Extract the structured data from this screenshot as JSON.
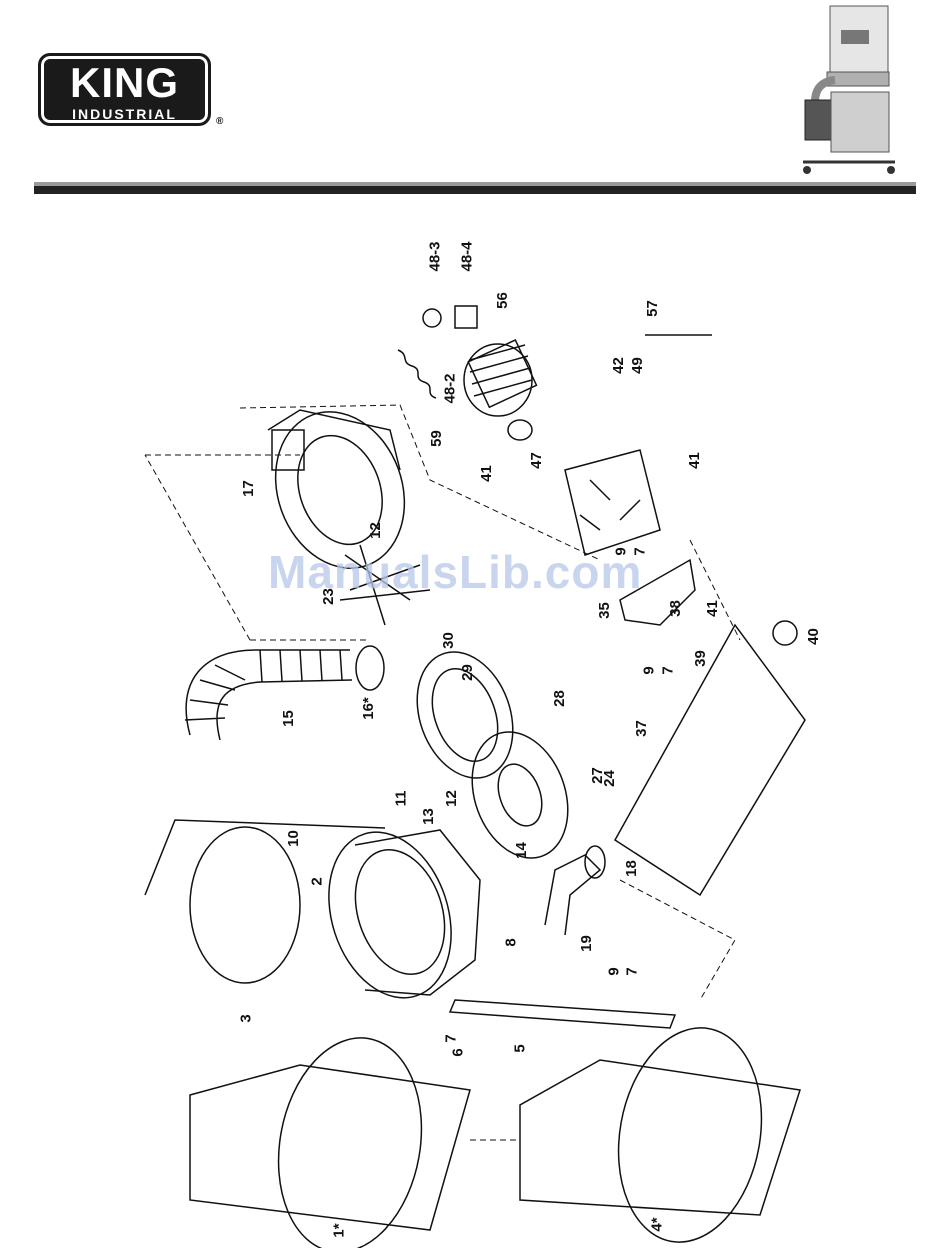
{
  "logo": {
    "brand": "KING",
    "subtitle": "INDUSTRIAL",
    "registered": "®"
  },
  "watermark": "ManualsLib.com",
  "parts": [
    {
      "id": "p48-3",
      "text": "48-3"
    },
    {
      "id": "p48-4",
      "text": "48-4"
    },
    {
      "id": "p56",
      "text": "56"
    },
    {
      "id": "p57",
      "text": "57"
    },
    {
      "id": "p42",
      "text": "42"
    },
    {
      "id": "p49",
      "text": "49"
    },
    {
      "id": "p48-2",
      "text": "48-2"
    },
    {
      "id": "p59",
      "text": "59"
    },
    {
      "id": "p41a",
      "text": "41"
    },
    {
      "id": "p47",
      "text": "47"
    },
    {
      "id": "p41b",
      "text": "41"
    },
    {
      "id": "p17",
      "text": "17"
    },
    {
      "id": "p12a",
      "text": "12"
    },
    {
      "id": "p9a",
      "text": "9"
    },
    {
      "id": "p7a",
      "text": "7"
    },
    {
      "id": "p35",
      "text": "35"
    },
    {
      "id": "p38",
      "text": "38"
    },
    {
      "id": "p41c",
      "text": "41"
    },
    {
      "id": "p40",
      "text": "40"
    },
    {
      "id": "p30",
      "text": "30"
    },
    {
      "id": "p9b",
      "text": "9"
    },
    {
      "id": "p7b",
      "text": "7"
    },
    {
      "id": "p39",
      "text": "39"
    },
    {
      "id": "p29",
      "text": "29"
    },
    {
      "id": "p16",
      "text": "16*"
    },
    {
      "id": "p15",
      "text": "15"
    },
    {
      "id": "p28",
      "text": "28"
    },
    {
      "id": "p37",
      "text": "37"
    },
    {
      "id": "p27",
      "text": "27"
    },
    {
      "id": "p24",
      "text": "24"
    },
    {
      "id": "p11",
      "text": "11"
    },
    {
      "id": "p12b",
      "text": "12"
    },
    {
      "id": "p13",
      "text": "13"
    },
    {
      "id": "p10",
      "text": "10"
    },
    {
      "id": "p14",
      "text": "14"
    },
    {
      "id": "p18",
      "text": "18"
    },
    {
      "id": "p2",
      "text": "2"
    },
    {
      "id": "p19",
      "text": "19"
    },
    {
      "id": "p8",
      "text": "8"
    },
    {
      "id": "p9c",
      "text": "9"
    },
    {
      "id": "p7c",
      "text": "7"
    },
    {
      "id": "p3",
      "text": "3"
    },
    {
      "id": "p7d",
      "text": "7"
    },
    {
      "id": "p6",
      "text": "6"
    },
    {
      "id": "p5",
      "text": "5"
    },
    {
      "id": "p1",
      "text": "1*"
    },
    {
      "id": "p4",
      "text": "4*"
    },
    {
      "id": "p23",
      "text": "23"
    }
  ]
}
